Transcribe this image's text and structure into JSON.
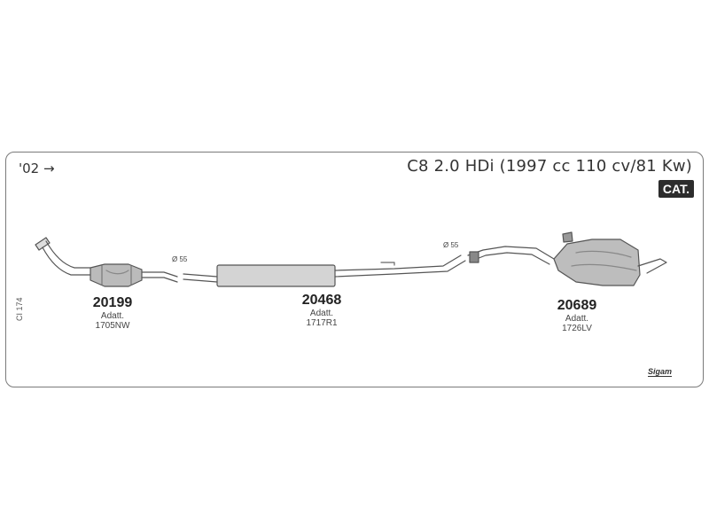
{
  "header": {
    "year": "'02",
    "year_arrow": "→",
    "title": "C8 2.0 HDi (1997 cc 110 cv/81 Kw)",
    "badge": "CAT."
  },
  "side_code": "CI 174",
  "diameters": [
    "55",
    "55"
  ],
  "diameter_symbol": "Ø",
  "parts": [
    {
      "number": "20199",
      "label": "Adatt.",
      "ref": "1705NW"
    },
    {
      "number": "20468",
      "label": "Adatt.",
      "ref": "1717R1"
    },
    {
      "number": "20689",
      "label": "Adatt.",
      "ref": "1726LV"
    }
  ],
  "logo": "Sigam"
}
